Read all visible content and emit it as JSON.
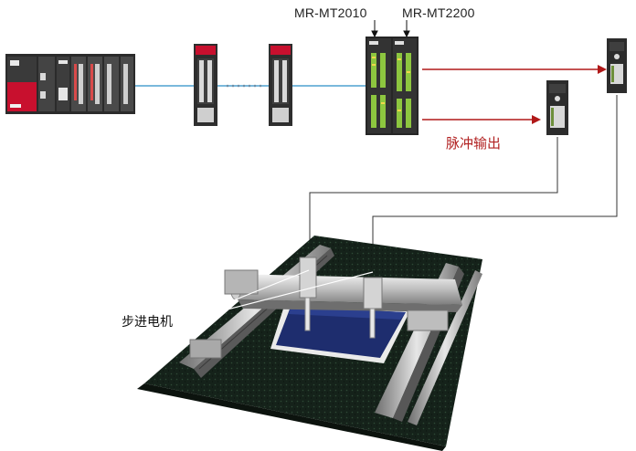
{
  "labels": {
    "model_left": "MR-MT2010",
    "model_right": "MR-MT2200",
    "pulse_output": "脉冲输出",
    "stepping_motor": "步进电机"
  },
  "colors": {
    "network_line": "#2a8fc8",
    "pulse_arrow": "#b01818",
    "wire": "#333333",
    "plc_accent": "#c8102e",
    "terminal_green": "#8dc63f",
    "floor": "#18241c",
    "stage_blue": "#1e2d6e"
  },
  "icons": {
    "plc": "plc-rack-icon",
    "slave": "remote-io-module-icon",
    "controller": "motion-controller-icon",
    "driver": "stepping-driver-icon",
    "xy_stage": "xy-stage-illustration"
  }
}
